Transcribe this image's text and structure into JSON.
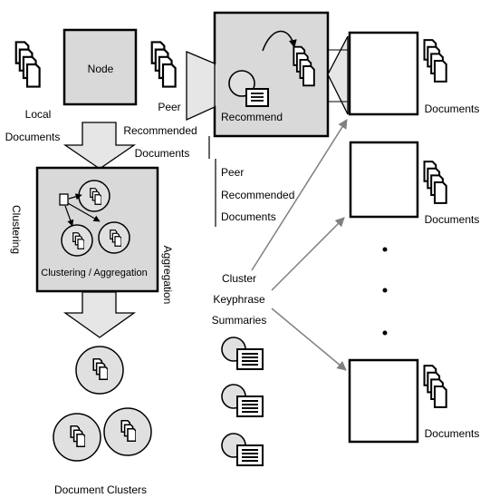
{
  "labels": {
    "node": "Node",
    "local_docs_1": "Local",
    "local_docs_2": "Documents",
    "peer_rec_top_1": "Peer",
    "peer_rec_top_2": "Recommended",
    "peer_rec_top_3": "Documents",
    "recommend": "Recommend",
    "peer_rec_mid_1": "Peer",
    "peer_rec_mid_2": "Recommended",
    "peer_rec_mid_3": "Documents",
    "clustering_box": "Clustering / Aggregation",
    "clustering_side": "Clustering",
    "aggregation_side": "Aggregation",
    "cluster_summ_1": "Cluster",
    "cluster_summ_2": "Keyphrase",
    "cluster_summ_3": "Summaries",
    "documents_1": "Documents",
    "documents_2": "Documents",
    "documents_3": "Documents",
    "document_clusters": "Document Clusters"
  },
  "colors": {
    "box_fill": "#d9d9d9",
    "circle_fill": "#e0e0e0",
    "arrow_fill": "#e6e6e6",
    "line": "#000000",
    "connector": "#808080"
  }
}
